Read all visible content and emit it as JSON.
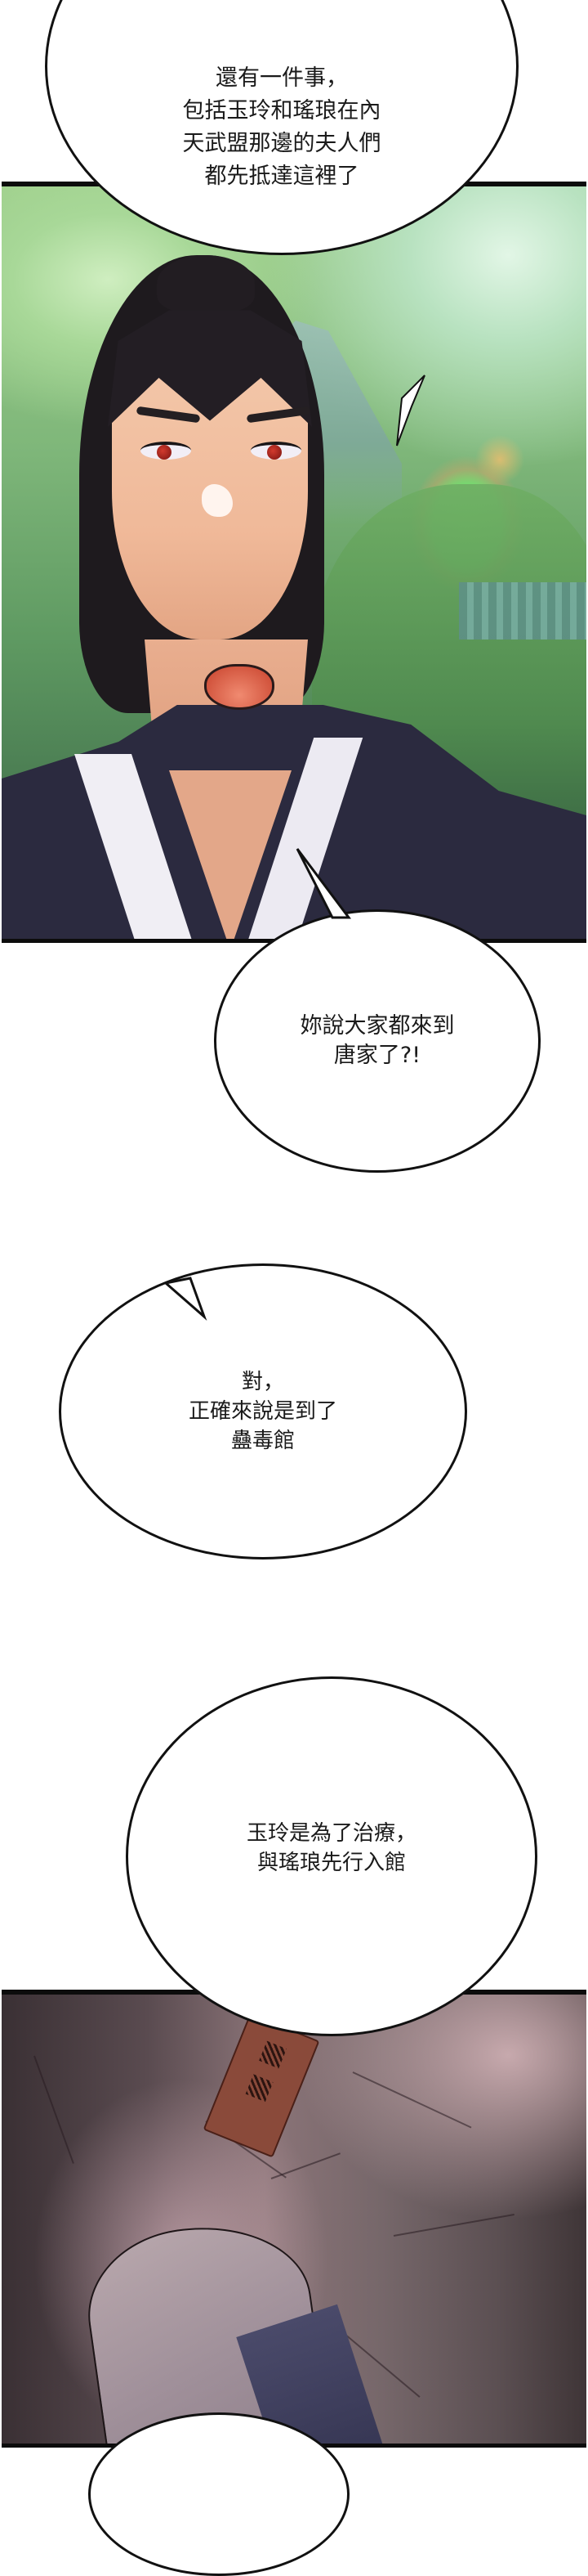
{
  "page": {
    "type": "webtoon-strip",
    "background_color": "#ffffff",
    "panel_border_color": "#0c0c0c"
  },
  "panels": [
    {
      "id": "forest-character",
      "description": "Long-haired man in dark robe with white collar, surprised expression, blurred green forest background",
      "colors": {
        "foliage": "#7fb77a",
        "robe": "#2b2a3f",
        "collar": "#f0eef4",
        "skin": "#f0b999",
        "eyes": "#b8261c",
        "hair": "#1e1a1e"
      },
      "sfx": "surprise-spark"
    },
    {
      "id": "stone-wall",
      "description": "Close-up of a figure in grey and indigo cloth beside a cracked stone wall with a hanging red wooden sign",
      "colors": {
        "stone": "#76676a",
        "sign": "#8a4a3a",
        "cloth_light": "#a0909a",
        "cloth_dark": "#353552"
      }
    }
  ],
  "bubbles": [
    {
      "id": "bubble-1",
      "lines": "還有一件事，\n包括玉玲和瑤琅在內\n天武盟那邊的夫人們\n都先抵達這裡了"
    },
    {
      "id": "bubble-2",
      "lines": "妳說大家都來到\n唐家了?!"
    },
    {
      "id": "bubble-3",
      "lines": "對，\n正確來說是到了\n蠱毒館"
    },
    {
      "id": "bubble-4",
      "lines": "玉玲是為了治療，\n與瑤琅先行入館"
    },
    {
      "id": "bubble-5",
      "lines": ""
    }
  ]
}
